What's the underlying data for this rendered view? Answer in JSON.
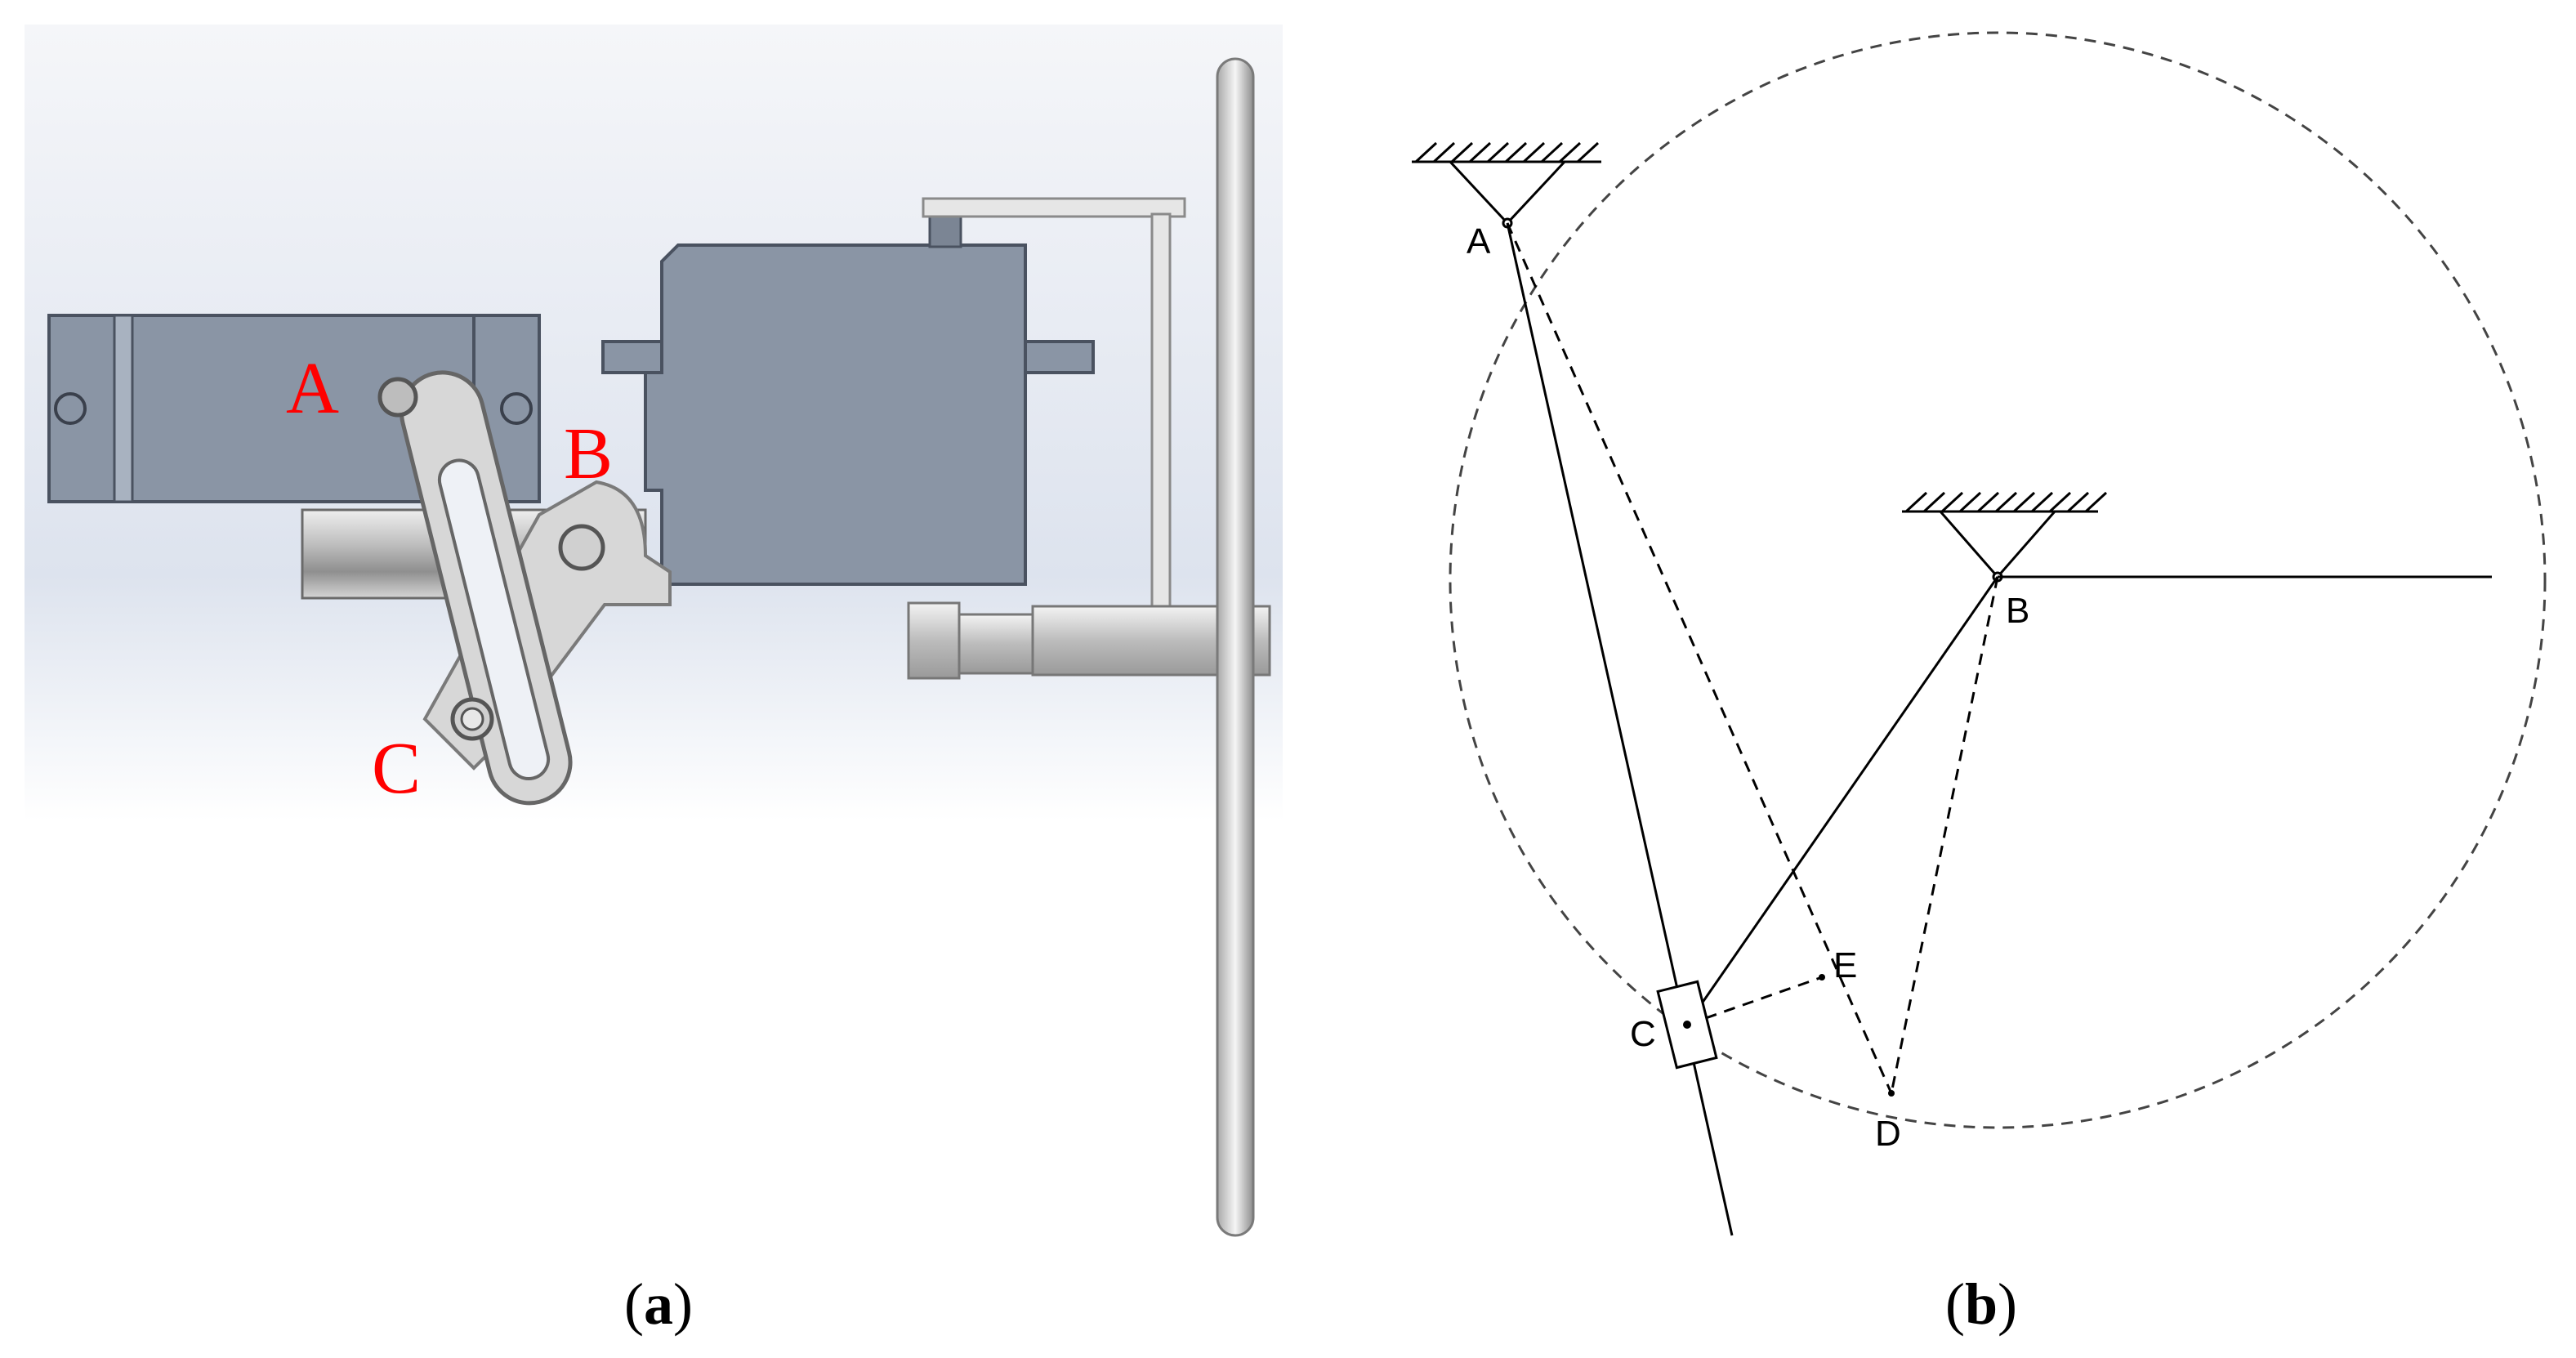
{
  "panel_a": {
    "labels": {
      "a": "A",
      "b": "B",
      "c": "C"
    },
    "caption": {
      "open": "(",
      "letter": "a",
      "close": ")"
    }
  },
  "panel_b": {
    "points": {
      "a": "A",
      "b": "B",
      "c": "C",
      "d": "D",
      "e": "E"
    },
    "caption": {
      "open": "(",
      "letter": "b",
      "close": ")"
    }
  },
  "colors": {
    "cad_label": "#ff0000",
    "servo_body": "#8a95a5",
    "linkage": "#d7d7d7",
    "background_gradient": "#dde3ee"
  }
}
